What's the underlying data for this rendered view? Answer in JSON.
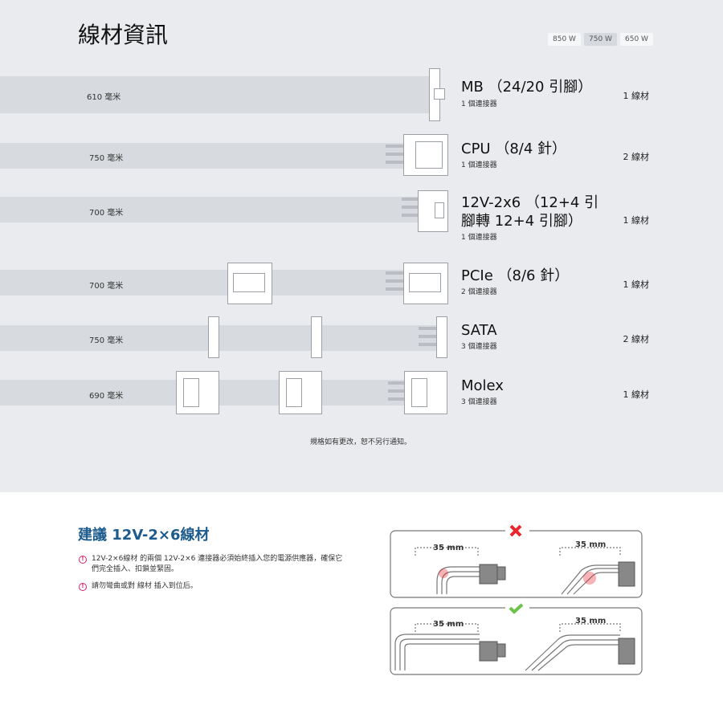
{
  "title": "線材資訊",
  "wattage": [
    {
      "label": "850 W"
    },
    {
      "label": "750 W",
      "active": true
    },
    {
      "label": "650 W"
    }
  ],
  "cables": [
    {
      "length": "610 毫米",
      "name": "MB （24/20 引腳）",
      "connectors": "1 個連接器",
      "count": "1 線材"
    },
    {
      "length": "750 毫米",
      "name": "CPU （8/4 針）",
      "connectors": "1 個連接器",
      "count": "2 線材"
    },
    {
      "length": "700 毫米",
      "name": "12V-2x6 （12+4 引",
      "name2": "腳轉 12+4 引腳）",
      "connectors": "1 個連接器",
      "count": "1 線材"
    },
    {
      "length": "700 毫米",
      "name": "PCIe （8/6 針）",
      "connectors": "2 個連接器",
      "count": "1 線材"
    },
    {
      "length": "750 毫米",
      "name": "SATA",
      "connectors": "3 個連接器",
      "count": "2 線材"
    },
    {
      "length": "690 毫米",
      "name": "Molex",
      "connectors": "3 個連接器",
      "count": "1 線材"
    }
  ],
  "disclaimer": "規格如有更改，恕不另行通知。",
  "recommend": {
    "title": "建議 12V-2×6線材",
    "tips": [
      "12V-2×6線材 的兩個 12V-2×6 連接器必須始終插入您的電源供應器，確保它們完全插入、扣鎖並緊固。",
      "請勿彎曲或對 線材 插入到位后。"
    ],
    "measure": "35 mm"
  },
  "colors": {
    "bg": "#e9ebee",
    "accent": "#1c5b8c",
    "warn": "#d6246e",
    "bad": "#e8262b",
    "good": "#6cc24a"
  }
}
